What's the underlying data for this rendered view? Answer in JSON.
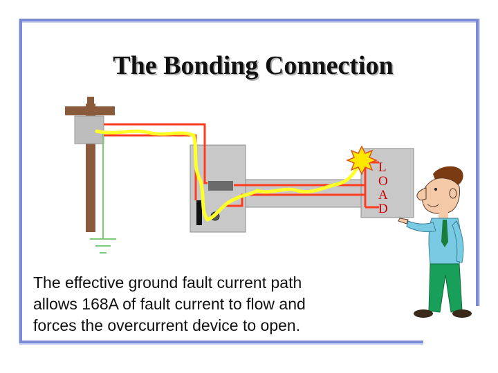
{
  "slide": {
    "title": "The Bonding Connection",
    "caption_lines": [
      "The effective ground fault current path",
      "allows 168A of fault current to flow and",
      "forces the overcurrent device to open."
    ]
  },
  "load_label": [
    "L",
    "O",
    "A",
    "D"
  ],
  "icons": {
    "fault": "spark-icon",
    "person": "pointing-man-icon",
    "ground": "ground-symbol-icon",
    "pole": "utility-pole-icon"
  },
  "colors": {
    "frame": "#7b8ad6",
    "hot_wire": "#ff3b1f",
    "bonding_path": "#ffff2a",
    "ground_wire": "#7fc97f",
    "enclosure": "#c8c8c8",
    "load_text": "#cc0000",
    "spark": "#ffe800"
  }
}
